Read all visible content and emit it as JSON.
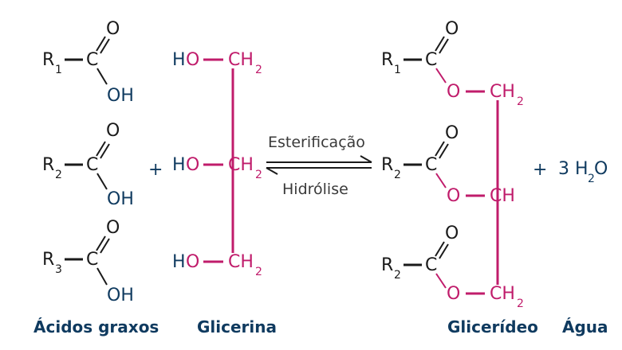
{
  "colors": {
    "dark": "#1a1a1a",
    "navy": "#0f3a5f",
    "magenta": "#c01c6b",
    "gray": "#3a3a3a"
  },
  "atoms": {
    "r": "R",
    "c": "C",
    "o": "O",
    "h": "H",
    "oh": "OH",
    "ch": "CH",
    "ch_sub": "2"
  },
  "subscripts": {
    "one": "1",
    "two": "2",
    "three": "3"
  },
  "operators": {
    "plus": "+"
  },
  "arrows": {
    "forward_label": "Esterificação",
    "reverse_label": "Hidrólise"
  },
  "products": {
    "water_coefficient": "3 H",
    "water_sub": "2",
    "water_o": "O"
  },
  "captions": {
    "fatty_acids": "Ácidos graxos",
    "glycerol": "Glicerina",
    "glyceride": "Glicerídeo",
    "water": "Água"
  }
}
